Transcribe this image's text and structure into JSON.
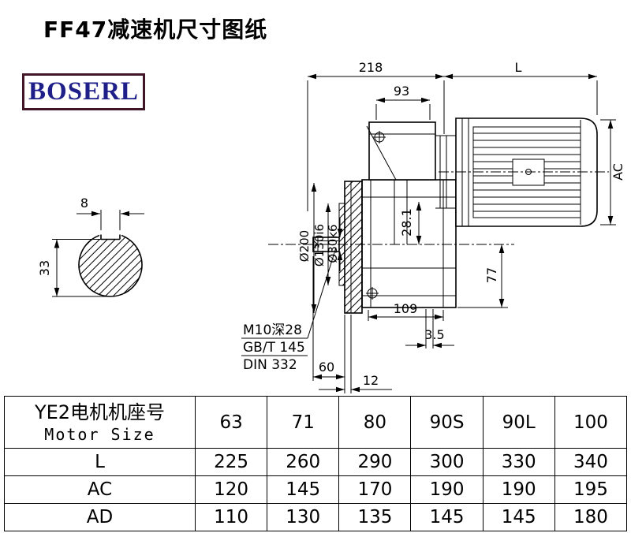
{
  "page": {
    "title": "FF47减速机尺寸图纸"
  },
  "logo": {
    "text": "BOSERL"
  },
  "drawing": {
    "dims": {
      "n218": "218",
      "nL": "L",
      "n93": "93",
      "nAC": "AC",
      "n8": "8",
      "n33": "33",
      "d200": "Ø200",
      "d130": "Ø130i6",
      "d30": "Ø30k6",
      "n281": "28.1",
      "n77": "77",
      "n109": "109",
      "n35": "3.5",
      "n60": "60",
      "n12": "12"
    },
    "notes": {
      "thread": "M10深28",
      "gb": "GB/T 145",
      "din": "DIN 332"
    }
  },
  "table": {
    "header_cn": "YE2电机机座号",
    "header_en": "Motor Size",
    "sizes": [
      "63",
      "71",
      "80",
      "90S",
      "90L",
      "100"
    ],
    "rows": [
      {
        "label": "L",
        "values": [
          "225",
          "260",
          "290",
          "300",
          "330",
          "340"
        ]
      },
      {
        "label": "AC",
        "values": [
          "120",
          "145",
          "170",
          "190",
          "190",
          "195"
        ]
      },
      {
        "label": "AD",
        "values": [
          "110",
          "130",
          "135",
          "145",
          "145",
          "180"
        ]
      }
    ]
  }
}
